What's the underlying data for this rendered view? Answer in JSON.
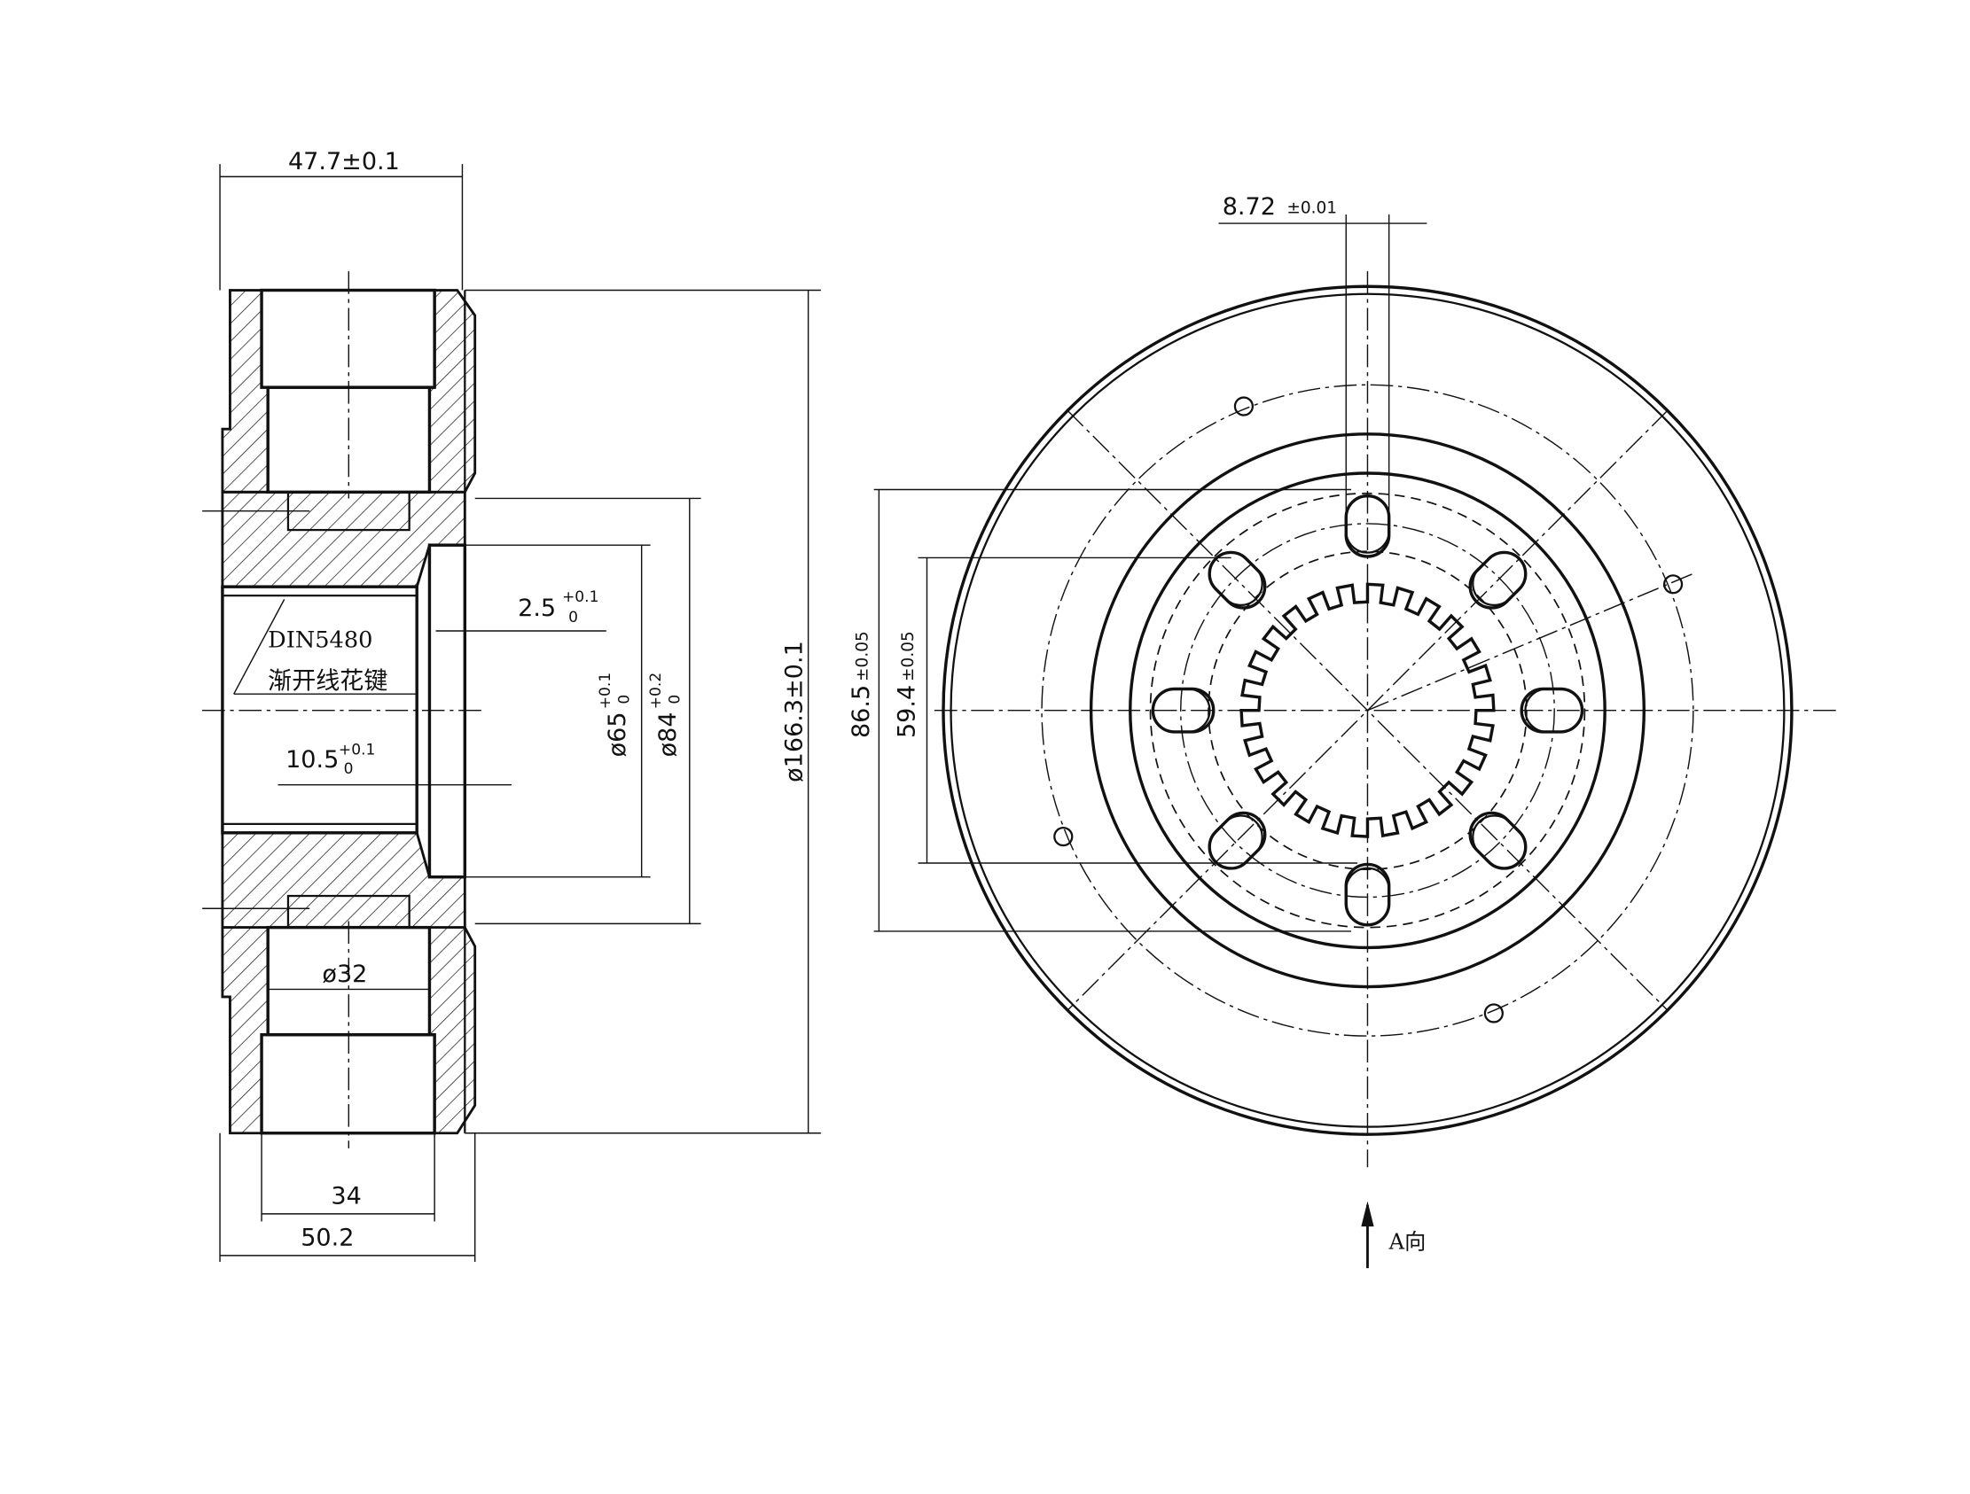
{
  "drawing": {
    "side_view": {
      "dim_overall_width": "47.7±0.1",
      "dim_bottom_width": "50.2",
      "dim_bore_length": "34",
      "dim_bore_dia": "ø32",
      "dim_recess_depth": "2.5",
      "dim_recess_tol_upper": "+0.1",
      "dim_recess_tol_lower": "0",
      "dim_step": "10.5",
      "dim_step_tol_upper": "+0.1",
      "dim_step_tol_lower": "0",
      "dim_dia65": "ø65",
      "dim_dia65_tol_upper": "+0.1",
      "dim_dia65_tol_lower": "0",
      "dim_dia84": "ø84",
      "dim_dia84_tol_upper": "+0.2",
      "dim_dia84_tol_lower": "0",
      "dim_outer_dia": "ø166.3±0.1",
      "spline_standard": "DIN5480",
      "spline_note": "渐开线花键"
    },
    "front_view": {
      "dim_slot_width": "8.72",
      "dim_slot_width_tol": "±0.01",
      "dim_86": "86.5",
      "dim_86_tol": "±0.05",
      "dim_59": "59.4",
      "dim_59_tol": "±0.05",
      "view_label": "A向"
    }
  }
}
